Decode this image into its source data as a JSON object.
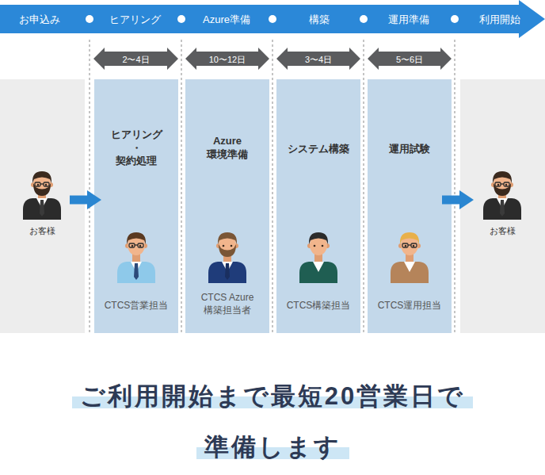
{
  "diagram": {
    "caption": "ご利用開始まで最短20営業日で 準備します",
    "nodes": [
      {
        "text": [
          "お申込み",
          "ヒアリング",
          "Azure準備",
          "構築",
          "運用準備",
          "利用開始"
        ]
      },
      {
        "text": [
          "2〜4日"
        ]
      },
      {
        "text": [
          "10〜12日"
        ]
      },
      {
        "text": [
          "3〜4日"
        ]
      },
      {
        "text": [
          "5〜6日"
        ]
      },
      {
        "text": [
          "お客様"
        ]
      },
      {
        "text": [
          "ヒアリング ・ 契約処理",
          "CTCS営業担当"
        ]
      },
      {
        "text": [
          "Azure 環境準備",
          "CTCS Azure 構築担当者"
        ]
      },
      {
        "text": [
          "システム構築",
          "CTCS構築担当"
        ]
      },
      {
        "text": [
          "運用試験",
          "CTCS運用担当"
        ]
      },
      {
        "text": [
          "お客様"
        ]
      }
    ],
    "edges": [
      {
        "from": 5,
        "to": 6,
        "arrow": "to"
      },
      {
        "from": 9,
        "to": 10,
        "arrow": "to"
      }
    ]
  }
}
